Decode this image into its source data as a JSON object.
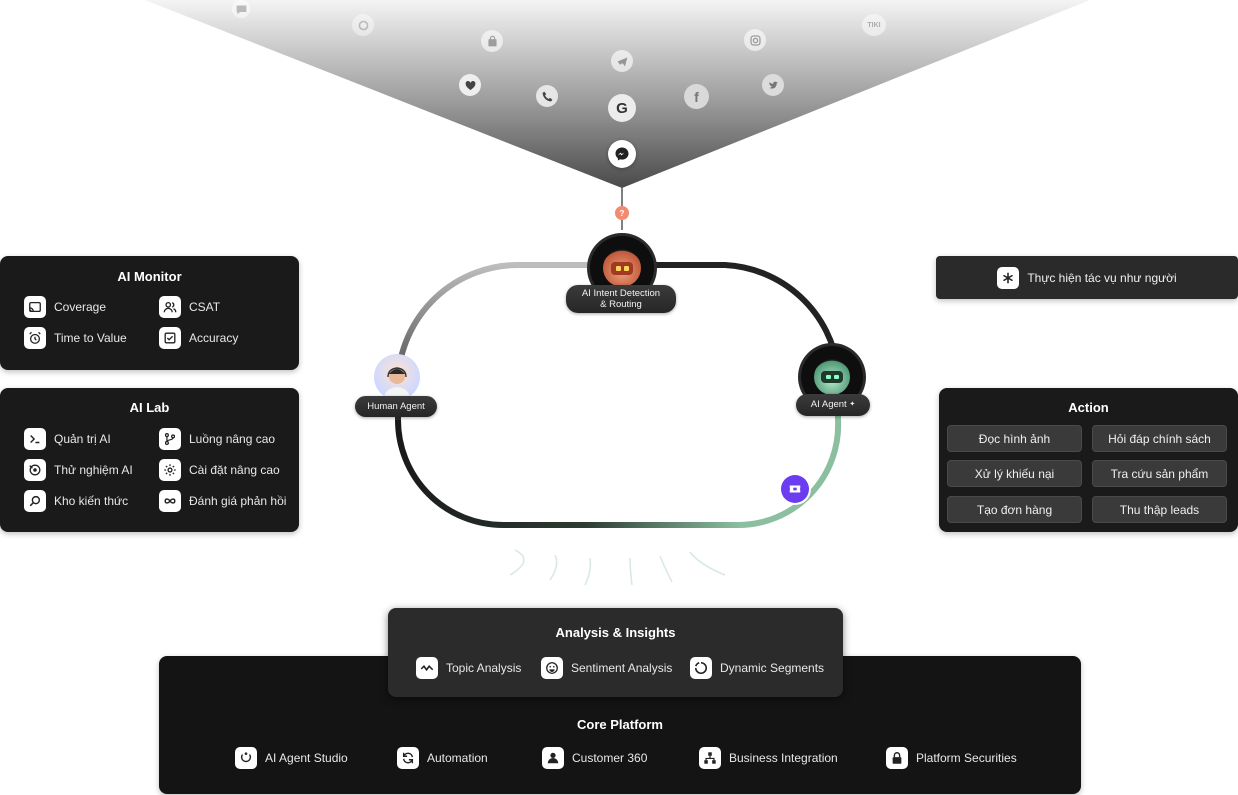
{
  "sources": {
    "icons": [
      "chat-icon",
      "circle-icon",
      "shopping-bag-icon",
      "telegram-icon",
      "instagram-icon",
      "tiki-icon",
      "heart-icon",
      "phone-icon",
      "google-icon",
      "facebook-icon",
      "twitter-icon",
      "messenger-icon"
    ],
    "tiki_label": "TIKI",
    "google_label": "G",
    "facebook_label": "f"
  },
  "flow": {
    "question_mark": "?",
    "intent_node": {
      "line1": "AI Intent Detection",
      "line2": "& Routing"
    },
    "human_node": {
      "label": "Human Agent"
    },
    "agent_node": {
      "label": "AI Agent",
      "sparkle": "✦"
    }
  },
  "ai_monitor": {
    "title": "AI Monitor",
    "items": [
      {
        "label": "Coverage",
        "icon": "cast-icon"
      },
      {
        "label": "CSAT",
        "icon": "users-icon"
      },
      {
        "label": "Time to Value",
        "icon": "alarm-clock-icon"
      },
      {
        "label": "Accuracy",
        "icon": "checkbox-icon"
      }
    ]
  },
  "ai_lab": {
    "title": "AI Lab",
    "items": [
      {
        "label": "Quản trị AI",
        "icon": "terminal-icon"
      },
      {
        "label": "Luồng nâng cao",
        "icon": "git-branch-icon"
      },
      {
        "label": "Thử nghiệm AI",
        "icon": "experiment-icon"
      },
      {
        "label": "Cài đặt nâng cao",
        "icon": "settings-icon"
      },
      {
        "label": "Kho kiến thức",
        "icon": "search-icon"
      },
      {
        "label": "Đánh giá phản hồi",
        "icon": "infinity-icon"
      }
    ]
  },
  "human_like": {
    "label": "Thực hiện tác vụ như người",
    "icon": "asterisk-icon"
  },
  "action": {
    "title": "Action",
    "chips": [
      "Đọc hình ảnh",
      "Hỏi đáp chính sách",
      "Xử lý khiếu nại",
      "Tra cứu sản phẩm",
      "Tạo đơn hàng",
      "Thu thập leads"
    ]
  },
  "analysis": {
    "title": "Analysis & Insights",
    "items": [
      {
        "label": "Topic Analysis",
        "icon": "wave-icon"
      },
      {
        "label": "Sentiment Analysis",
        "icon": "smile-icon"
      },
      {
        "label": "Dynamic Segments",
        "icon": "segments-icon"
      }
    ]
  },
  "core": {
    "title": "Core Platform",
    "items": [
      {
        "label": "AI Agent Studio",
        "icon": "studio-icon"
      },
      {
        "label": "Automation",
        "icon": "refresh-icon"
      },
      {
        "label": "Customer 360",
        "icon": "user-icon"
      },
      {
        "label": "Business Integration",
        "icon": "network-icon"
      },
      {
        "label": "Platform Securities",
        "icon": "lock-icon"
      }
    ]
  },
  "colors": {
    "panel_bg": "#1a1a1a",
    "chip_bg": "#3a3a3a",
    "loop_green": "#8bbf9f",
    "router_orange": "#f28b6f",
    "ticket_purple": "#6b3cf0"
  }
}
